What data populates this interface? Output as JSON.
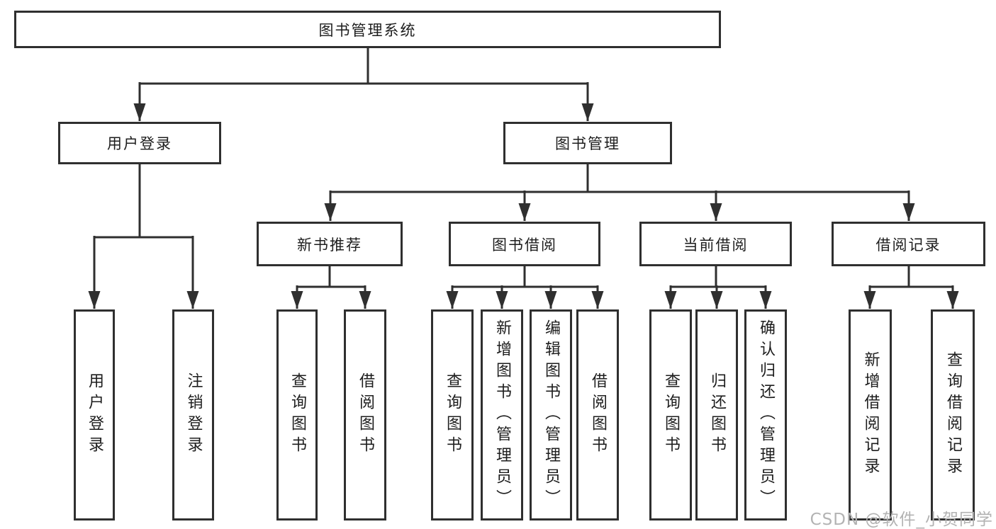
{
  "diagram": {
    "root": {
      "label": "图书管理系统"
    },
    "level2": [
      {
        "id": "user-login",
        "label": "用户登录"
      },
      {
        "id": "book-management",
        "label": "图书管理"
      }
    ],
    "level3": [
      {
        "id": "new-book-recommendation",
        "parent": "图书管理",
        "label": "新书推荐"
      },
      {
        "id": "book-borrowing",
        "parent": "图书管理",
        "label": "图书借阅"
      },
      {
        "id": "current-borrowing",
        "parent": "图书管理",
        "label": "当前借阅"
      },
      {
        "id": "borrowing-records",
        "parent": "图书管理",
        "label": "借阅记录"
      }
    ],
    "leaves": [
      {
        "parent": "用户登录",
        "label": "用户登录"
      },
      {
        "parent": "用户登录",
        "label": "注销登录"
      },
      {
        "parent": "新书推荐",
        "label": "查询图书"
      },
      {
        "parent": "新书推荐",
        "label": "借阅图书"
      },
      {
        "parent": "图书借阅",
        "label": "查询图书"
      },
      {
        "parent": "图书借阅",
        "label": "新增图书（管理员）"
      },
      {
        "parent": "图书借阅",
        "label": "编辑图书（管理员）"
      },
      {
        "parent": "图书借阅",
        "label": "借阅图书"
      },
      {
        "parent": "当前借阅",
        "label": "查询图书"
      },
      {
        "parent": "当前借阅",
        "label": "归还图书"
      },
      {
        "parent": "当前借阅",
        "label": "确认归还（管理员）"
      },
      {
        "parent": "借阅记录",
        "label": "新增借阅记录"
      },
      {
        "parent": "借阅记录",
        "label": "查询借阅记录"
      }
    ],
    "watermark": "CSDN @软件_小贺同学"
  },
  "colors": {
    "line": "#2f2f2f",
    "box_border": "#2f2f2f",
    "text": "#1d1d1d",
    "watermark": "#b3b3b3",
    "background": "#ffffff"
  }
}
